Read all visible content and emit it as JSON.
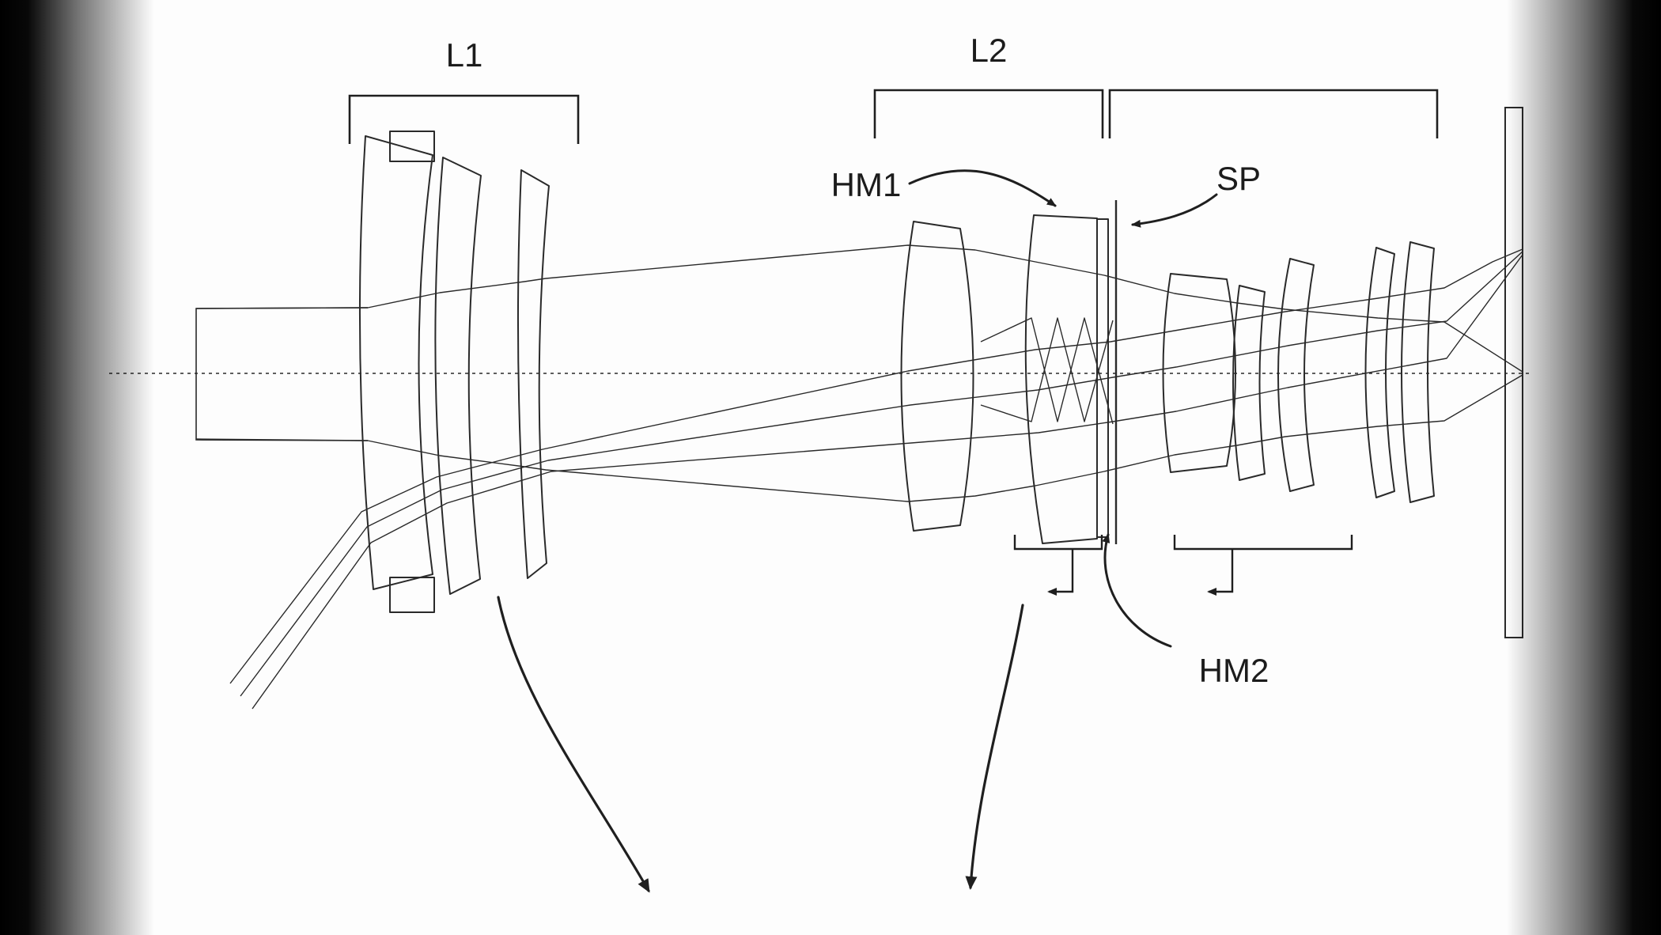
{
  "diagram": {
    "type": "optical-lens-system-cross-section",
    "labels": {
      "group1": "L1",
      "group2": "L2",
      "half_mirror_1": "HM1",
      "half_mirror_2": "HM2",
      "stop": "SP"
    },
    "colors": {
      "line": "#1f1f1f",
      "background": "#fdfdfd",
      "vignette": "#000000"
    }
  }
}
